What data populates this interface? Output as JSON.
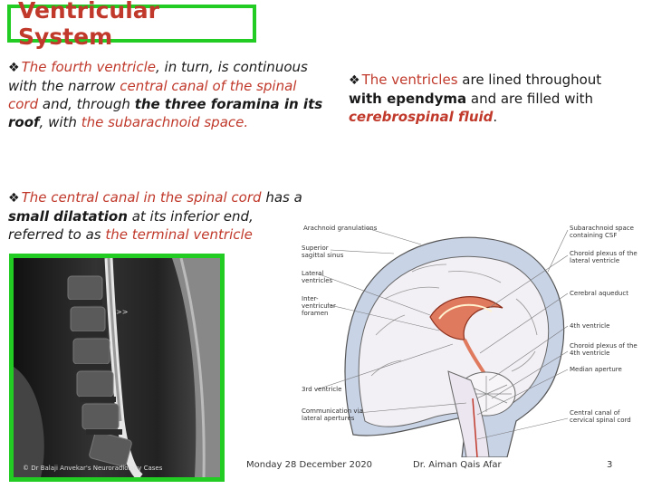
{
  "title": "Ventricular System",
  "bullet_icon": "diamond-bullet-icon",
  "para1": {
    "s1": "The fourth ventricle",
    "s2": ", in turn, is continuous with the narrow ",
    "s3": "central canal of the spinal cord",
    "s4": " and, through ",
    "s5": "the three foramina in its roof",
    "s6": ", with ",
    "s7": "the subarachnoid space."
  },
  "para2": {
    "s1": "The ventricles",
    "s2": " are lined throughout ",
    "s3": "with ependyma",
    "s4": " and are filled with ",
    "s5": "cerebrospinal fluid",
    "s6": "."
  },
  "para3": {
    "s1": "The central canal in the spinal cord",
    "s2": " has a ",
    "s3": "small dilatation",
    "s4": " at its inferior end, referred to as ",
    "s5": "the terminal ventricle"
  },
  "mri": {
    "credit": "© Dr Balaji Anvekar's Neuroradiology Cases"
  },
  "diagram": {
    "labels_left": [
      "Arachnoid granulations",
      "Superior sagittal sinus",
      "Lateral ventricles",
      "Inter-ventricular foramen",
      "3rd ventricle",
      "Communication via lateral apertures"
    ],
    "labels_right": [
      "Subarachnoid space containing CSF",
      "Choroid plexus of the lateral ventricle",
      "Cerebral aqueduct",
      "4th ventricle",
      "Choroid plexus of the 4th ventricle",
      "Median aperture",
      "Central canal of cervical spinal cord"
    ]
  },
  "footer": {
    "date": "Monday 28 December 2020",
    "author": "Dr. Aiman Qais Afar",
    "page": "3"
  },
  "colors": {
    "accent_red": "#c0392b",
    "frame_green": "#22cc22"
  }
}
